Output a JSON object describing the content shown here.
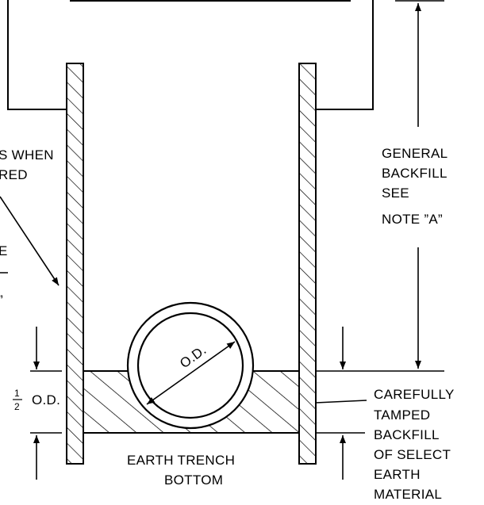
{
  "labels": {
    "left_note_line1": "S WHEN",
    "left_note_line2": "RED",
    "left_fragment_1": "E",
    "left_fragment_2": "”",
    "general_backfill": [
      "GENERAL",
      "BACKFILL",
      "SEE",
      "NOTE ”A”"
    ],
    "half_od_fraction_top": "1",
    "half_od_fraction_bottom": "2",
    "half_od_text": "O.D.",
    "pipe_od": "O.D.",
    "trench_bottom": [
      "EARTH TRENCH",
      "BOTTOM"
    ],
    "tamped_backfill": [
      "CAREFULLY",
      "TAMPED",
      "BACKFILL",
      "OF SELECT",
      "EARTH",
      "MATERIAL"
    ]
  }
}
